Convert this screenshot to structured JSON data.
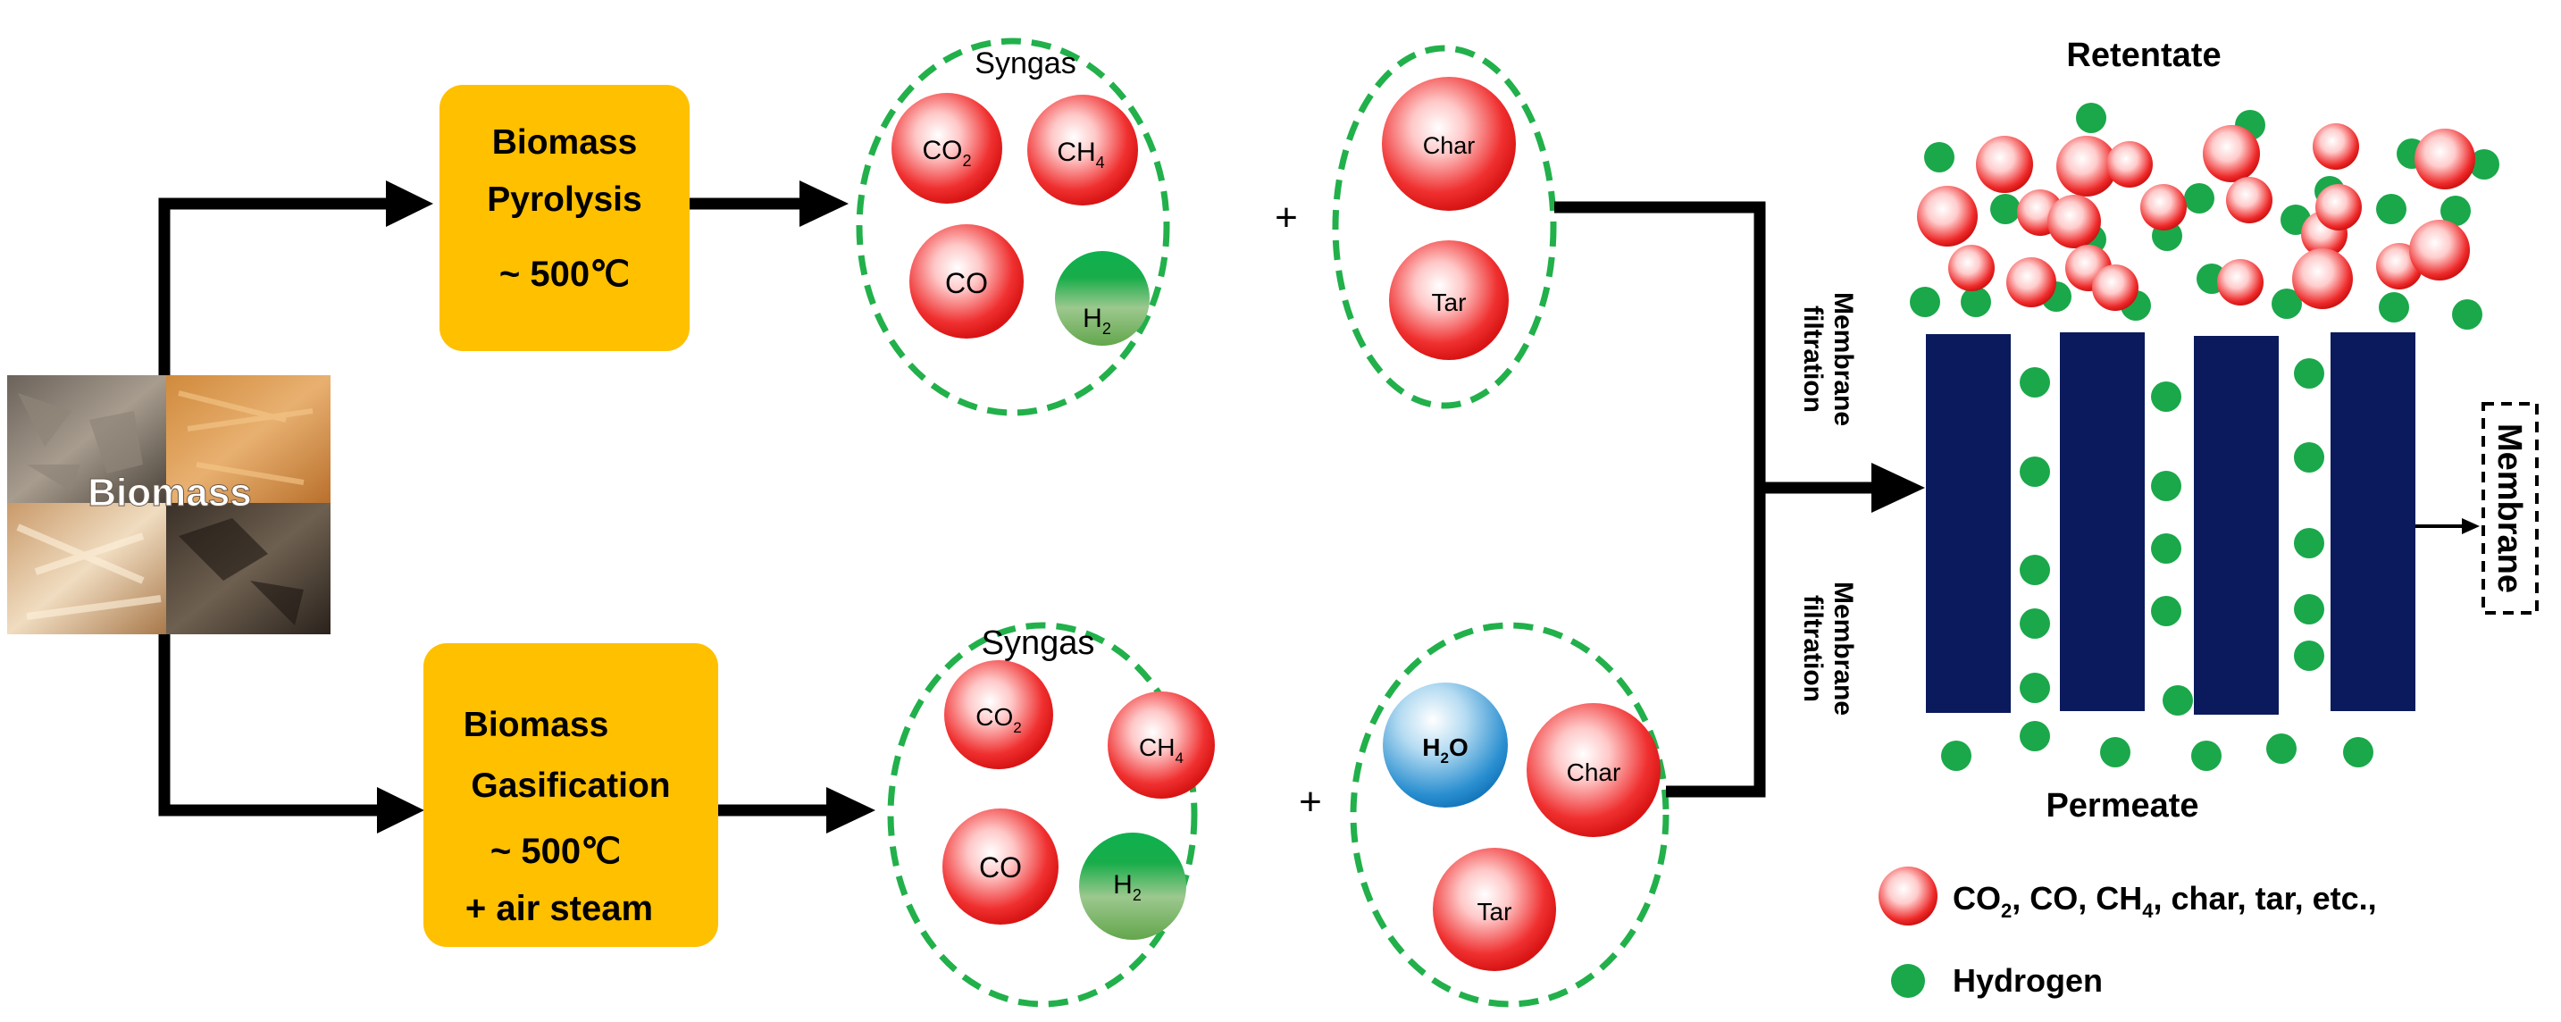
{
  "biomass": {
    "label": "Biomass"
  },
  "top": {
    "process": {
      "line1": "Biomass",
      "line2": "Pyrolysis",
      "temp": "~ 500℃"
    },
    "syngas_label": "Syngas",
    "gases": [
      {
        "base": "CO",
        "sub": "2"
      },
      {
        "base": "CH",
        "sub": "4"
      },
      {
        "base": "CO",
        "sub": ""
      },
      {
        "base": "H",
        "sub": "2"
      }
    ],
    "plus": "+",
    "byproducts": [
      "Char",
      "Tar"
    ],
    "filtration": {
      "line1": "Membrane",
      "line2": "filtration"
    }
  },
  "bottom": {
    "process": {
      "line1": "Biomass",
      "line2": "Gasification",
      "temp": "~ 500℃",
      "extra": "+ air steam"
    },
    "syngas_label": "Syngas",
    "gases": [
      {
        "base": "CO",
        "sub": "2"
      },
      {
        "base": "CH",
        "sub": "4"
      },
      {
        "base": "CO",
        "sub": ""
      },
      {
        "base": "H",
        "sub": "2"
      }
    ],
    "plus": "+",
    "water": {
      "base": "H",
      "sub": "2",
      "tail": "O"
    },
    "byproducts": [
      "Char",
      "Tar"
    ],
    "filtration": {
      "line1": "Membrane",
      "line2": "filtration"
    }
  },
  "membrane": {
    "retentate": "Retentate",
    "permeate": "Permeate",
    "label": "Membrane"
  },
  "legend": {
    "items": [
      {
        "kind": "red",
        "parts": [
          {
            "t": "CO"
          },
          {
            "t": "2",
            "sub": true
          },
          {
            "t": ", CO, CH"
          },
          {
            "t": "4",
            "sub": true
          },
          {
            "t": ", char, tar, etc.,"
          }
        ]
      },
      {
        "kind": "green",
        "parts": [
          {
            "t": "Hydrogen"
          }
        ]
      }
    ]
  },
  "colors": {
    "process_box": "#FFC000",
    "arrow": "#000000",
    "dashed_circle": "#22b04b",
    "red_molecule": "#ee2a2a",
    "hydrogen": "#1aa84a",
    "water": "#1a86c8",
    "membrane_bar": "#0b1a5c"
  }
}
